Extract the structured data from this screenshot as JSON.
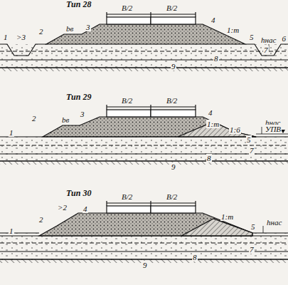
{
  "diagram": {
    "labels": [
      "Тип 28",
      "1",
      ">3",
      "2",
      "bв",
      "3",
      "B/2",
      "B/2",
      "4",
      "1:m",
      "5",
      "hнас",
      "6",
      "7",
      "8",
      "9",
      "Тип 29",
      "2",
      "bв",
      "3",
      "B/2",
      "B/2",
      "4",
      "1:m",
      "1:6",
      "5",
      "hнас",
      "УПВ",
      "1",
      "7",
      "8",
      "9",
      "Тип 30",
      ">2",
      "2",
      "4",
      "B/2",
      "B/2",
      "1:m",
      "5",
      "hнас",
      "1",
      "7",
      "8",
      "9"
    ]
  }
}
